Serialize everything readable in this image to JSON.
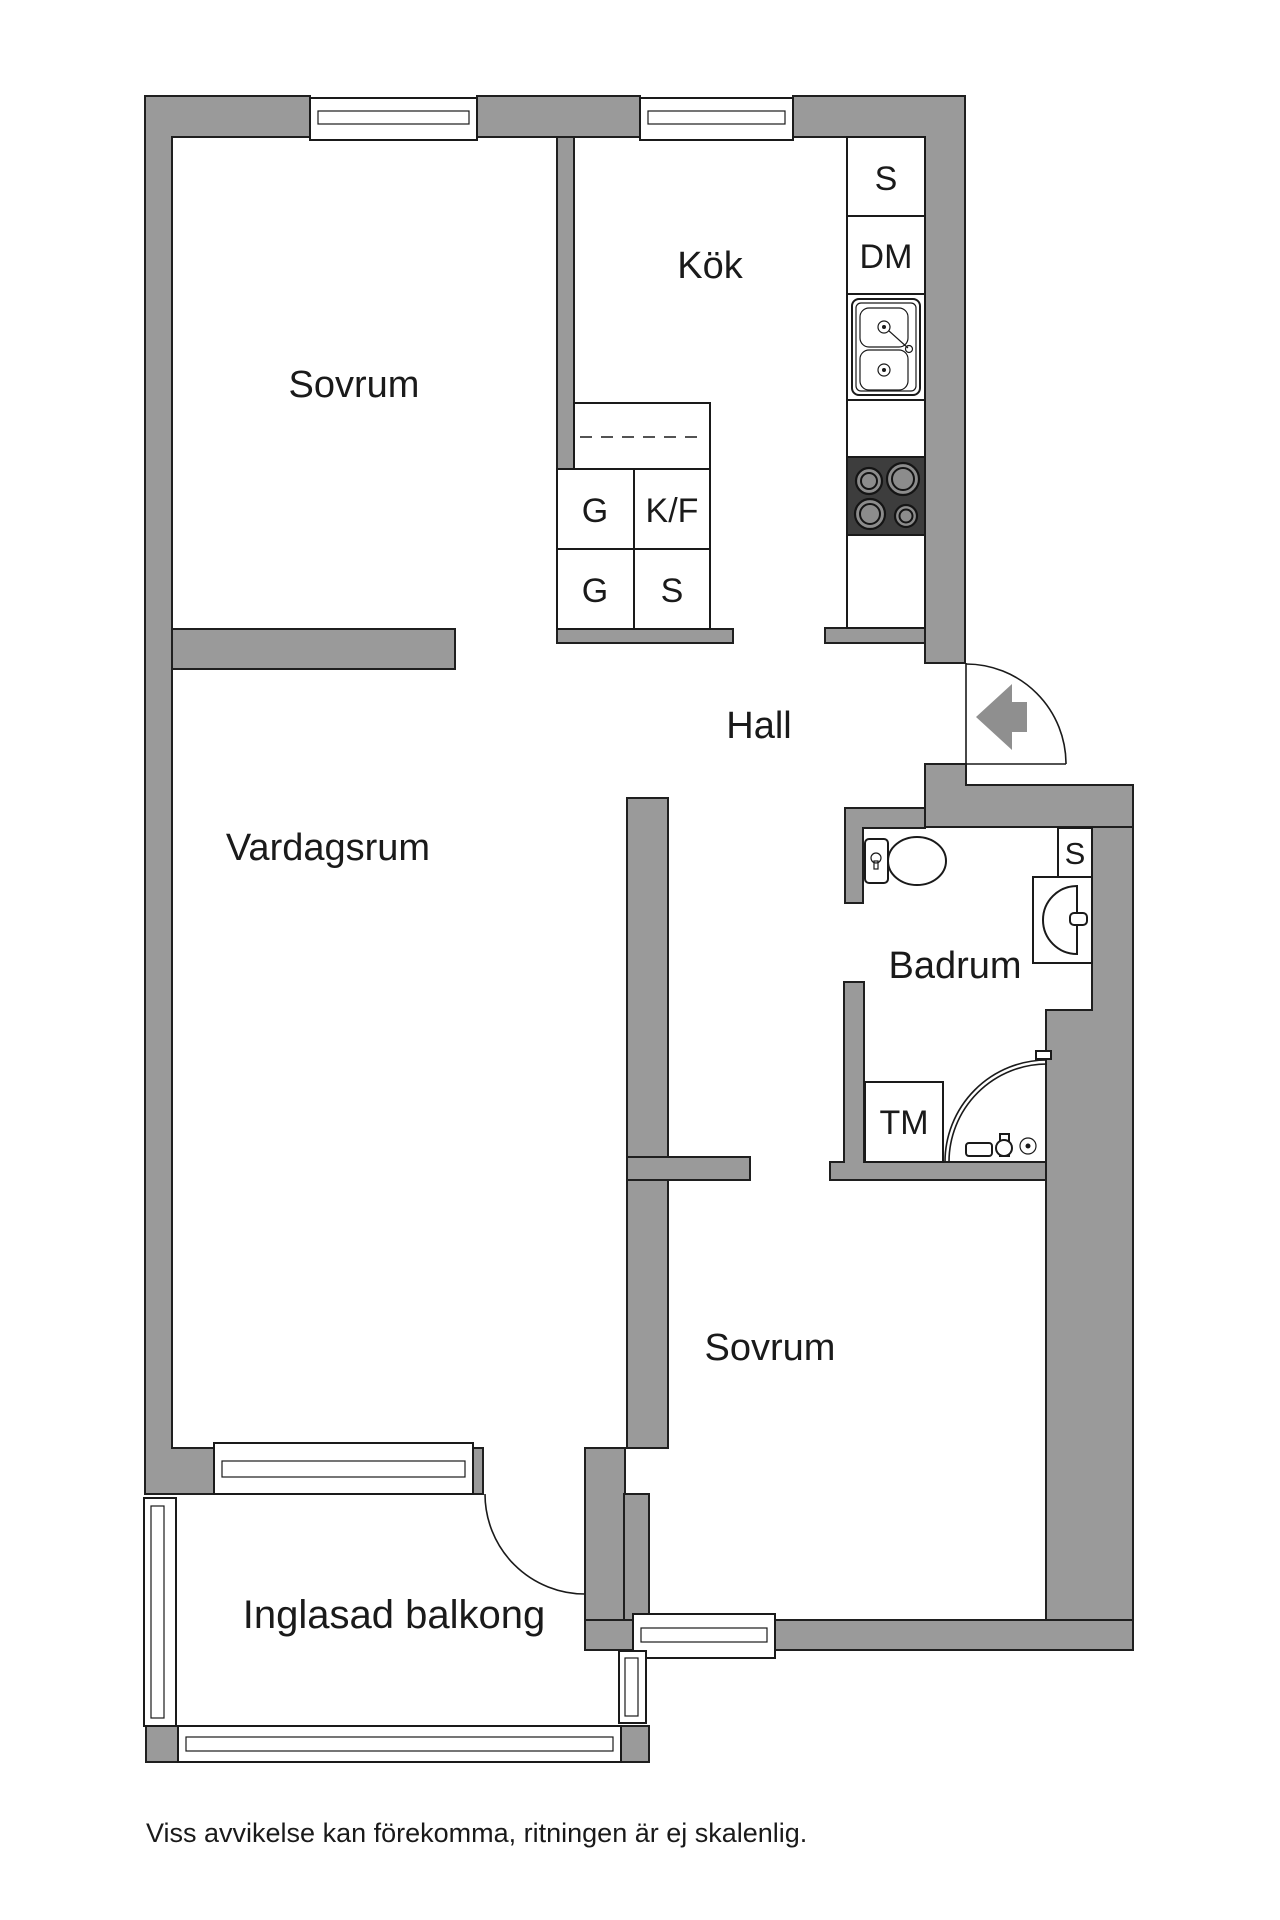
{
  "floorplan": {
    "rooms": {
      "bedroom1": "Sovrum",
      "kitchen": "Kök",
      "hall": "Hall",
      "bathroom": "Badrum",
      "living_room": "Vardagsrum",
      "bedroom2": "Sovrum",
      "balcony": "Inglasad balkong"
    },
    "kitchen_units": {
      "tall_cabinet": "S",
      "dishwasher": "DM",
      "wardrobe1": "G",
      "fridge_freezer": "K/F",
      "wardrobe2": "G",
      "pantry": "S"
    },
    "bathroom_units": {
      "sink_cabinet": "S",
      "washing_machine": "TM"
    },
    "footer": {
      "disclaimer": "Viss avvikelse kan förekomma, ritningen är ej skalenlig."
    },
    "colors": {
      "wall": "#9a9a9a",
      "outline": "#1f1f1f",
      "stove": "#3d3d3d",
      "text": "#1a1a1a",
      "background": "#ffffff"
    }
  }
}
